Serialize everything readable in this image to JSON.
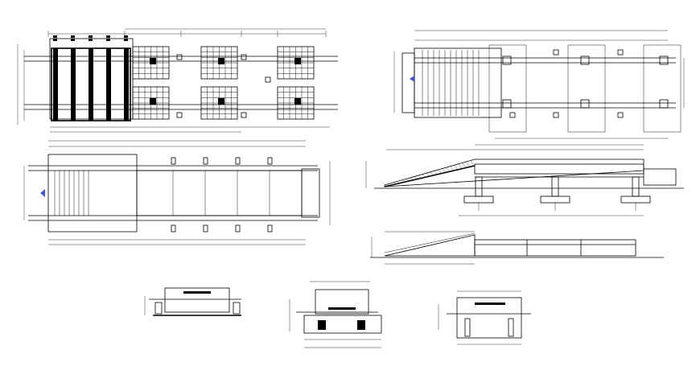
{
  "drawing": {
    "background": "#ffffff",
    "line_color": "#000000",
    "accent_color": "#3a5bd9"
  },
  "views": [
    {
      "id": "foundation-plan"
    },
    {
      "id": "deck-plan-top-right"
    },
    {
      "id": "deck-plan-middle-left"
    },
    {
      "id": "longitudinal-section"
    },
    {
      "id": "side-elevation"
    },
    {
      "id": "cross-section-a"
    },
    {
      "id": "cross-section-b"
    },
    {
      "id": "cross-section-c"
    }
  ]
}
